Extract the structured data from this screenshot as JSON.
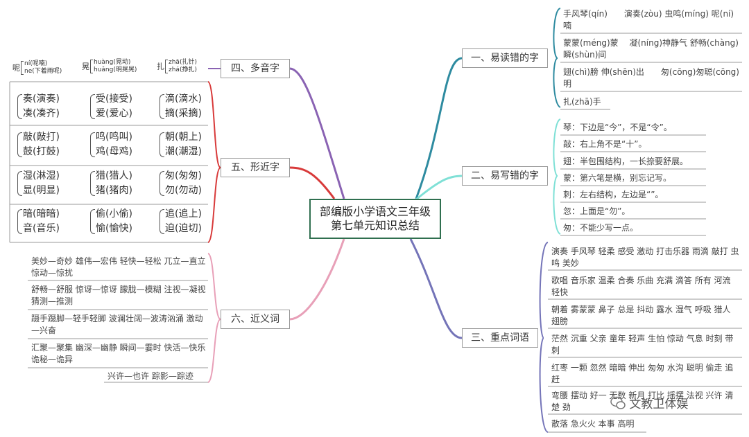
{
  "center": {
    "line1": "部编版小学语文三年级",
    "line2": "第七单元知识总结"
  },
  "branches": {
    "b1": "一、易读错的字",
    "b2": "二、易写错的字",
    "b3": "三、重点词语",
    "b4": "四、多音字",
    "b5": "五、形近字",
    "b6": "六、近义词"
  },
  "b1_items": [
    "手风琴(qín)　　演奏(zòu)  虫鸣(míng)  呢(ní)喃",
    "蒙蒙(méng)蒙　 凝(níng)神静气  舒畅(chàng)　 瞬(shùn)间",
    "翅(chì)膀  伸(shēn)出　　匆(cōng)匆聪(cōng)明",
    "扎(zhā)手"
  ],
  "b2_items": [
    "琴：下边是“今”，不是“令”。",
    "敲：右上角不是“十”。",
    "翅：半包围结构，一长捺要舒展。",
    "蒙：第六笔是横，别忘记写。",
    "刺：左右结构，左边是“”。",
    "忽：上面是“勿”。",
    "匆：不能少写一点。"
  ],
  "b3_items": [
    "演奏 手风琴 轻柔 感受 激动 打击乐器 雨滴 敲打 虫鸣 美妙",
    "歌唱 音乐家 温柔 合奏 乐曲 充满 滴答 所有 河流 轻快",
    "朝着 雾蒙蒙 鼻子 总是 抖动 露水 湿气 呼吸 猎人 翅膀",
    "茫然 沉重 父亲 童年 轻声 生怕 惊动 气息 时刻 带刺",
    "红枣 一颗 忽然 暗暗 伸出 匆匆 水沟 聪明 偷走 追赶",
    "弯腰 摆动 好一 无数 新月 打比 摇摆 法视 兴许 清楚 劲",
    "散落 急火火 本事 高明"
  ],
  "b4": {
    "g1": {
      "char": "呢",
      "a": "ní(呢喃)",
      "b": "ne(下着雨呢)"
    },
    "g2": {
      "char": "晃",
      "a": "huàng(晃动)",
      "b": "huǎng(明晃晃)"
    },
    "g3": {
      "char": "扎",
      "a": "zhā(扎针)",
      "b": "zhá(挣扎)"
    }
  },
  "b5_groups": [
    [
      [
        "奏(演奏)",
        "凑(凑齐)"
      ],
      [
        "受(接受)",
        "爱(爱心)"
      ],
      [
        "滴(滴水)",
        "摘(采摘)"
      ]
    ],
    [
      [
        "敲(敲打)",
        "鼓(打鼓)"
      ],
      [
        "鸣(鸣叫)",
        "鸡(母鸡)"
      ],
      [
        "朝(朝上)",
        "潮(潮湿)"
      ]
    ],
    [
      [
        "湿(淋湿)",
        "显(明显)"
      ],
      [
        "猎(猎人)",
        "猪(猪肉)"
      ],
      [
        "匆(匆匆)",
        "勿(勿动)"
      ]
    ],
    [
      [
        "暗(暗暗)",
        "音(音乐)"
      ],
      [
        "偷(小偷)",
        "愉(愉快)"
      ],
      [
        "追(追上)",
        "迫(迫切)"
      ]
    ]
  ],
  "b6_items": [
    "美妙—奇妙 雄伟—宏伟 轻快—轻松 兀立—直立 惊动—惊扰",
    "舒畅—舒服 惊讶—惊讶 朦胧—模糊 注视—凝视 猜测—推测",
    "蹑手蹑脚—轻手轻脚 波澜壮阔—波涛汹涌 激动—兴奋",
    "汇聚—聚集 幽深—幽静 瞬间—霎时 快活—快乐 诡秘—诡异",
    "兴许—也许 踪影—踪迹"
  ],
  "watermark": "文教卫体娱",
  "colors": {
    "b1": "#2e8ba0",
    "b2": "#7fe0d6",
    "b3": "#7474b8",
    "b4": "#8a63b3",
    "b5": "#d83a3a",
    "b6": "#e8a0b8",
    "frame": "#9a9a9a"
  }
}
